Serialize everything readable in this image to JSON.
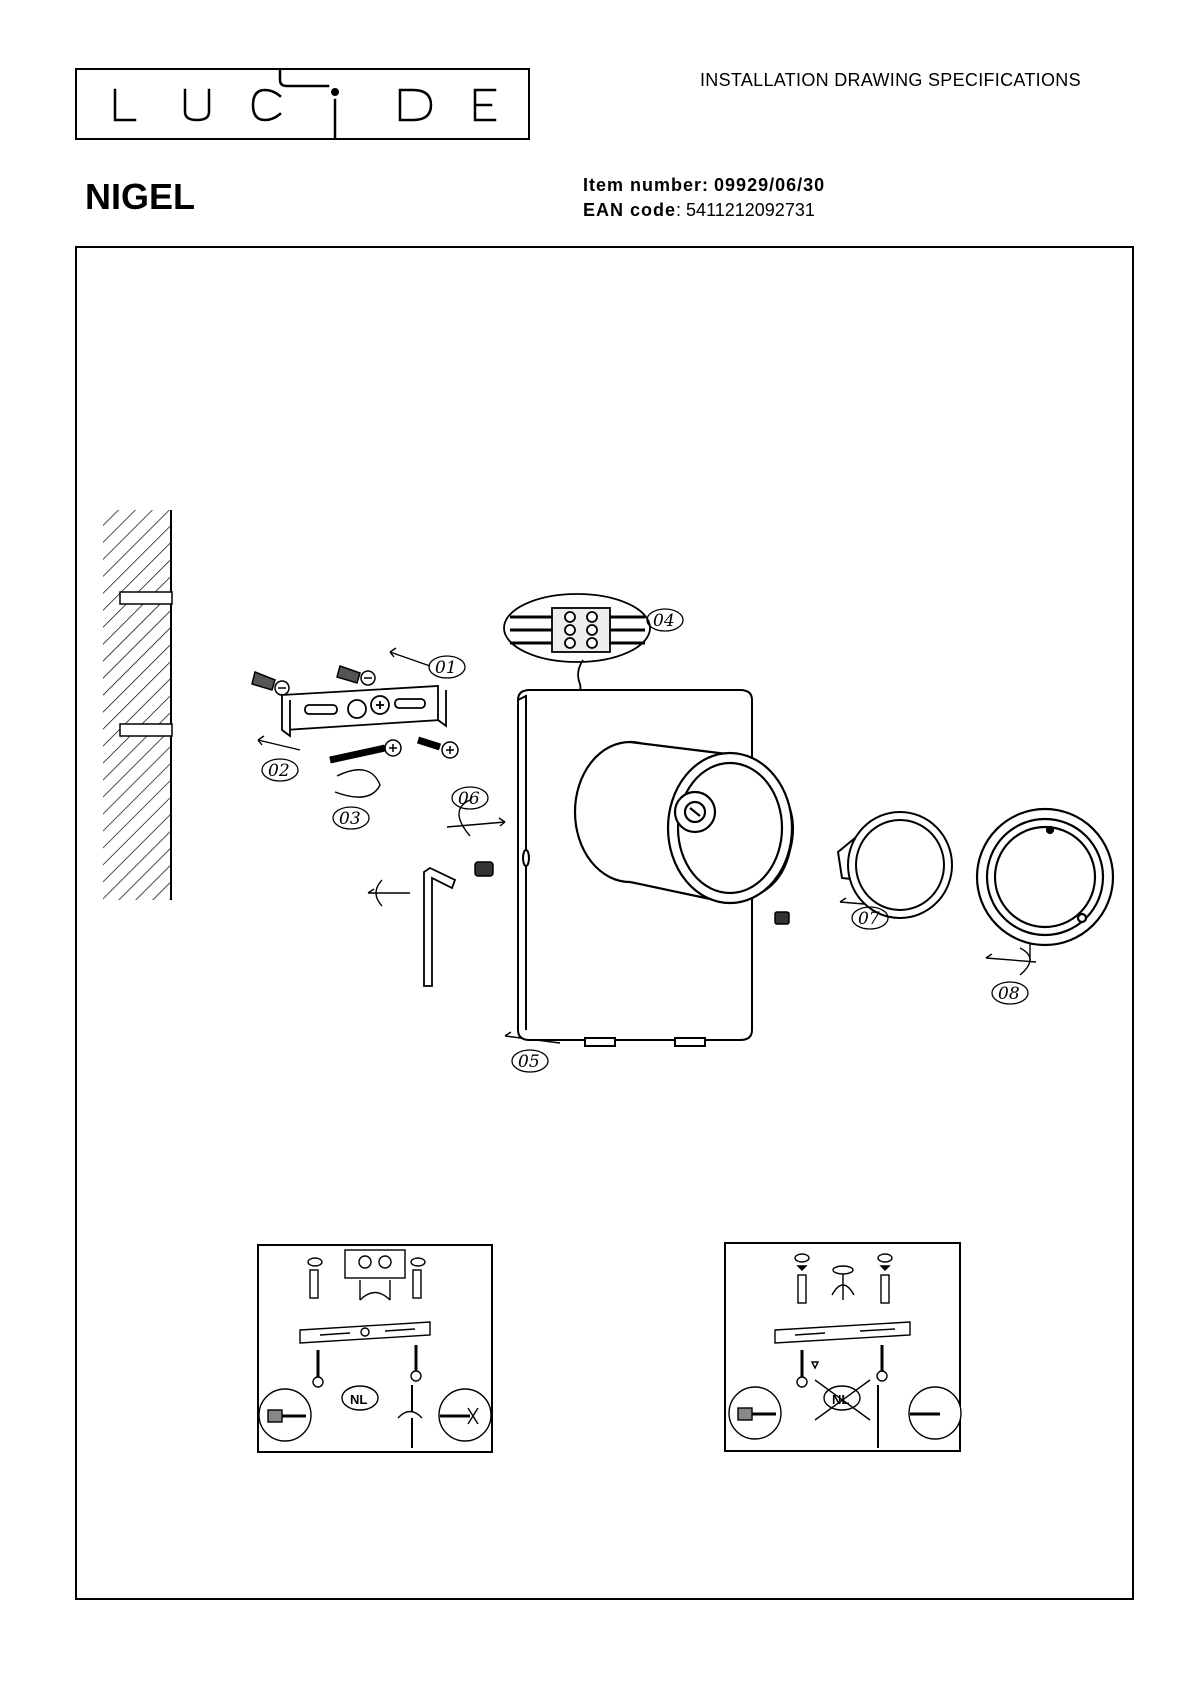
{
  "brand": {
    "logo_text": "LUCIDE",
    "logo_icon": "lucide-logo-icon"
  },
  "header": {
    "doc_type": "INSTALLATION DRAWING SPECIFICATIONS",
    "product_name": "NIGEL",
    "item_label": "Item number:",
    "item_value": "09929/06/30",
    "ean_label": "EAN code",
    "ean_value": "5411212092731"
  },
  "steps": [
    "01",
    "02",
    "03",
    "04",
    "05",
    "06",
    "07",
    "08"
  ],
  "insets": {
    "left_badge": "NL",
    "right_badge": "NL"
  }
}
